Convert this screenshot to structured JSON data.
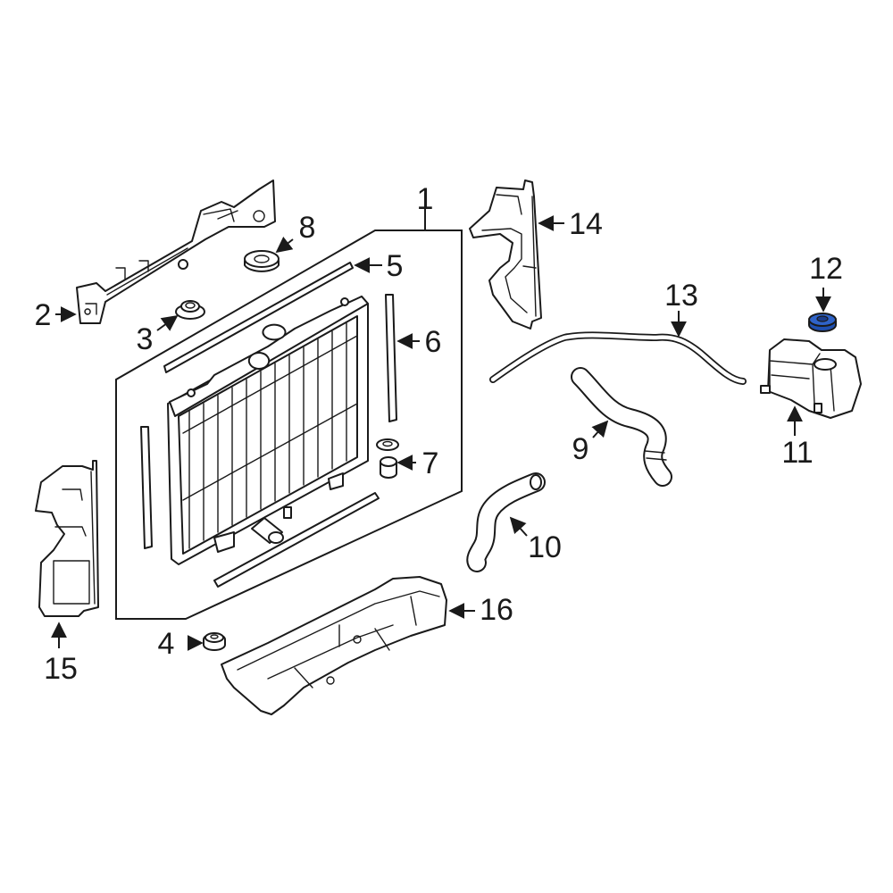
{
  "diagram": {
    "highlight_color": "#1f4fb0",
    "line_color": "#1a1a1a",
    "highlighted_part": "12",
    "callouts": [
      {
        "id": "1",
        "label": "1"
      },
      {
        "id": "2",
        "label": "2"
      },
      {
        "id": "3",
        "label": "3"
      },
      {
        "id": "4",
        "label": "4"
      },
      {
        "id": "5",
        "label": "5"
      },
      {
        "id": "6",
        "label": "6"
      },
      {
        "id": "7",
        "label": "7"
      },
      {
        "id": "8",
        "label": "8"
      },
      {
        "id": "9",
        "label": "9"
      },
      {
        "id": "10",
        "label": "10"
      },
      {
        "id": "11",
        "label": "11"
      },
      {
        "id": "12",
        "label": "12"
      },
      {
        "id": "13",
        "label": "13"
      },
      {
        "id": "14",
        "label": "14"
      },
      {
        "id": "15",
        "label": "15"
      },
      {
        "id": "16",
        "label": "16"
      }
    ]
  }
}
